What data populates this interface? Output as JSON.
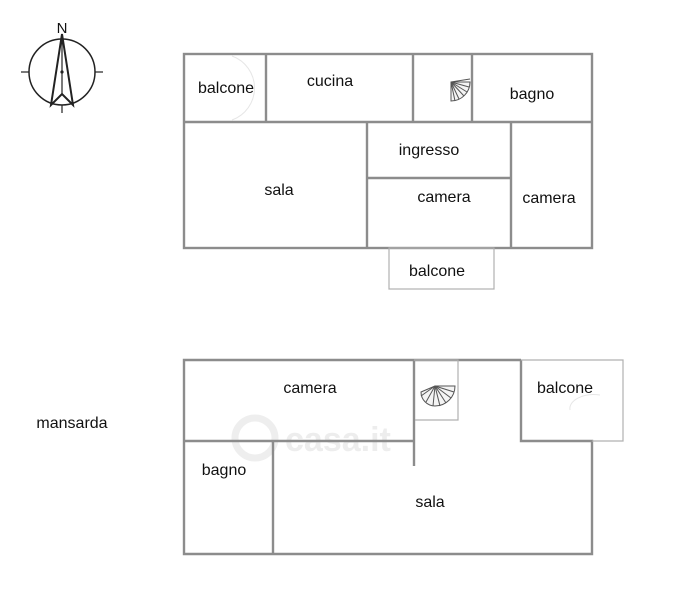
{
  "compass": {
    "letter": "N",
    "icon": "north-arrow-icon"
  },
  "floors": {
    "upper": {
      "rooms": {
        "balcone_1": "balcone",
        "cucina": "cucina",
        "bagno": "bagno",
        "ingresso": "ingresso",
        "sala": "sala",
        "camera_1": "camera",
        "camera_2": "camera",
        "balcone_2": "balcone"
      }
    },
    "lower": {
      "label": "mansarda",
      "rooms": {
        "camera": "camera",
        "balcone": "balcone",
        "bagno": "bagno",
        "sala": "sala"
      }
    }
  },
  "watermark": {
    "text": "casa.it"
  },
  "colors": {
    "wall": "#8c8c8c",
    "text": "#111111",
    "watermark": "#ededed"
  }
}
